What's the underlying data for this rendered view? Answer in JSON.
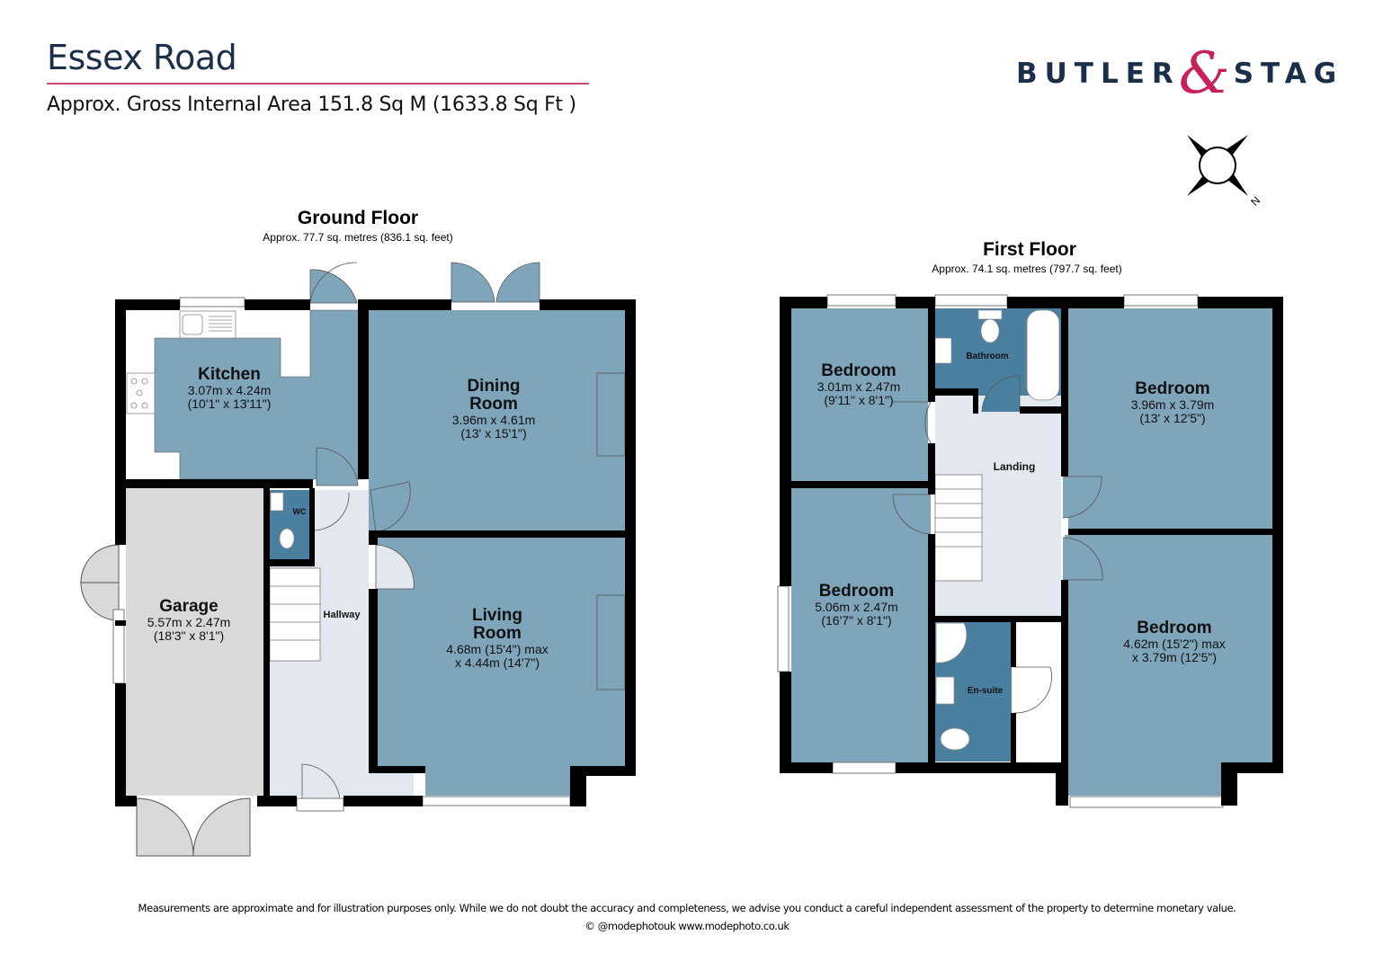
{
  "header": {
    "title": "Essex Road",
    "subtitle": "Approx. Gross Internal Area 151.8 Sq M (1633.8 Sq Ft )"
  },
  "logo": {
    "word1": "BUTLER",
    "ampersand": "&",
    "word2": "STAG",
    "colors": {
      "text": "#1b2f4a",
      "ampersand": "#c8205a"
    }
  },
  "compass": {
    "icon": "compass-rose-icon",
    "label": "N"
  },
  "floors": {
    "ground": {
      "title": "Ground Floor",
      "area": "Approx. 77.7 sq. metres (836.1 sq. feet)",
      "rooms": {
        "kitchen": {
          "name": "Kitchen",
          "dim1": "3.07m x 4.24m",
          "dim2": "(10'1\" x 13'11\")"
        },
        "dining": {
          "name": "Dining",
          "name2": "Room",
          "dim1": "3.96m x 4.61m",
          "dim2": "(13' x 15'1\")"
        },
        "garage": {
          "name": "Garage",
          "dim1": "5.57m x 2.47m",
          "dim2": "(18'3\" x 8'1\")"
        },
        "wc": {
          "name": "WC"
        },
        "hallway": {
          "name": "Hallway"
        },
        "living": {
          "name": "Living",
          "name2": "Room",
          "dim1": "4.68m (15'4\") max",
          "dim2": "x 4.44m (14'7\")"
        }
      }
    },
    "first": {
      "title": "First Floor",
      "area": "Approx. 74.1 sq. metres (797.7 sq. feet)",
      "rooms": {
        "bed1": {
          "name": "Bedroom",
          "dim1": "3.01m x 2.47m",
          "dim2": "(9'11\" x 8'1\")"
        },
        "bathroom": {
          "name": "Bathroom"
        },
        "bed2": {
          "name": "Bedroom",
          "dim1": "3.96m x 3.79m",
          "dim2": "(13' x 12'5\")"
        },
        "landing": {
          "name": "Landing"
        },
        "bed3": {
          "name": "Bedroom",
          "dim1": "5.06m x 2.47m",
          "dim2": "(16'7\" x 8'1\")"
        },
        "ensuite": {
          "name": "En-suite"
        },
        "bed4": {
          "name": "Bedroom",
          "dim1": "4.62m (15'2\") max",
          "dim2": "x 3.79m (12'5\")"
        }
      }
    }
  },
  "colors": {
    "room": "#7fa5bb",
    "wet_room": "#4a7fa0",
    "hall": "#e3e8ef",
    "garage": "#d9d9d9",
    "wall": "#000000",
    "accent_rule": "#c9476a"
  },
  "footer": {
    "disclaimer": "Measurements are approximate and for illustration purposes only.  While we do not doubt the accuracy and completeness, we advise you conduct a careful independent assessment of the property to determine monetary value.",
    "credit": "© @modephotouk www.modephoto.co.uk"
  }
}
